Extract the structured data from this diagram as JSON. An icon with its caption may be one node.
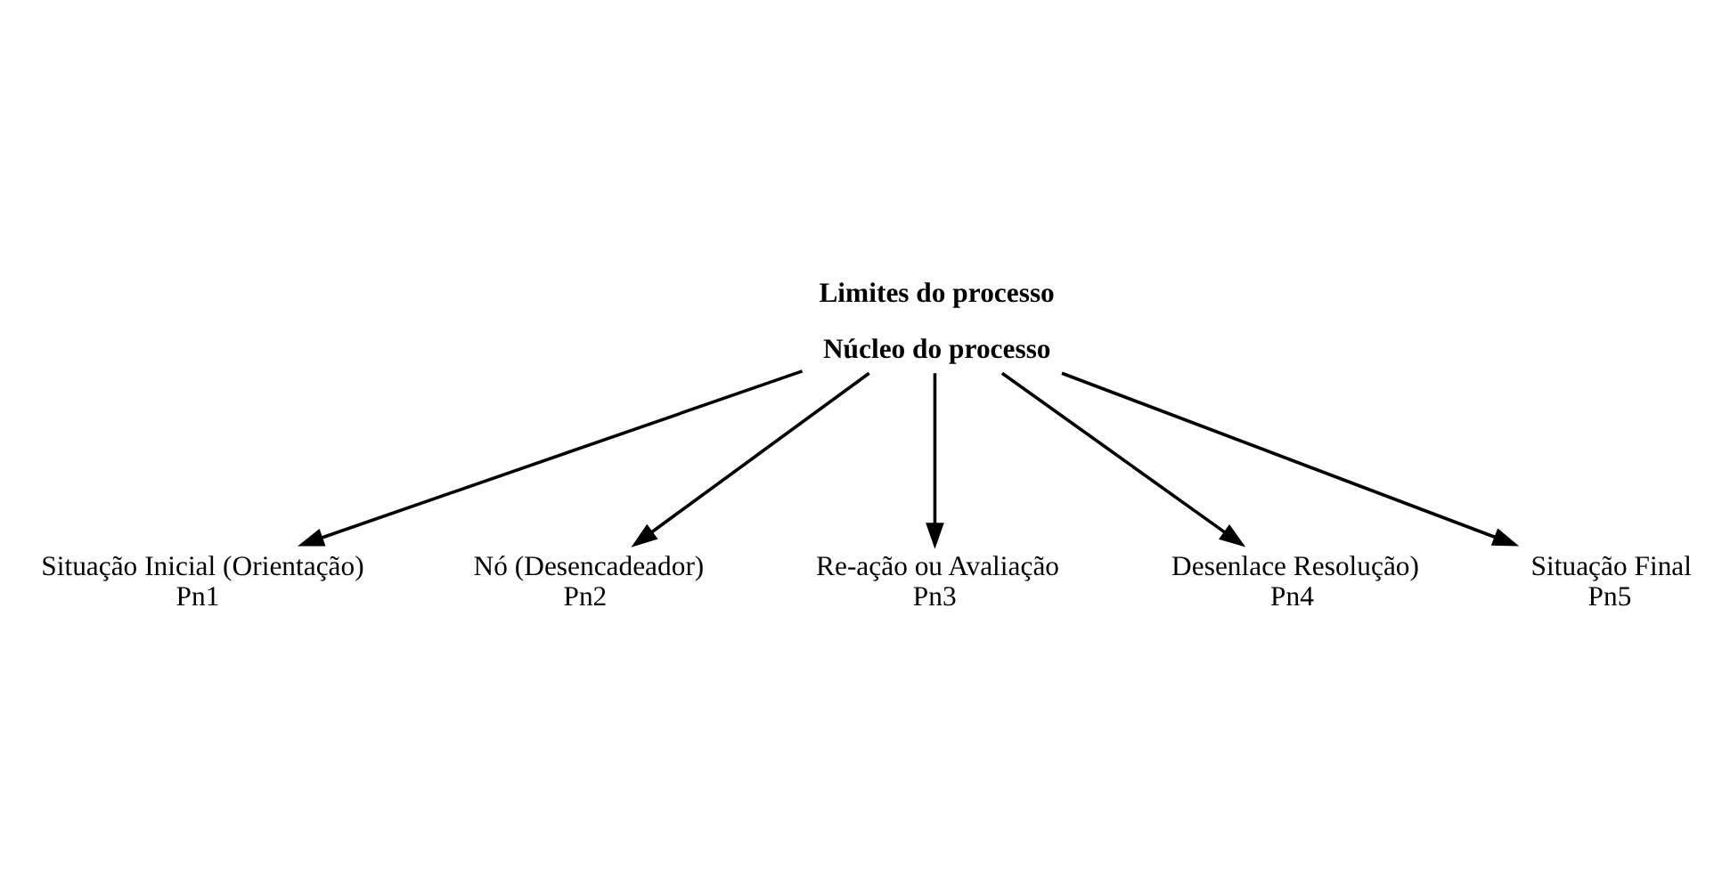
{
  "diagram": {
    "nodes": [
      {
        "text": [
          "Limites do processo",
          "Núcleo do processo"
        ]
      },
      {
        "text": [
          "Situação Inicial (Orientação)",
          "Pn1"
        ]
      },
      {
        "text": [
          "Nó (Desencadeador)",
          "Pn2"
        ]
      },
      {
        "text": [
          "Re-ação ou Avaliação",
          "Pn3"
        ]
      },
      {
        "text": [
          "Desenlace Resolução)",
          "Pn4"
        ]
      },
      {
        "text": [
          "Situação Final",
          "Pn5"
        ]
      }
    ],
    "edges": [
      {
        "from": 0,
        "to": 1,
        "arrow": "to"
      },
      {
        "from": 0,
        "to": 2,
        "arrow": "to"
      },
      {
        "from": 0,
        "to": 3,
        "arrow": "to"
      },
      {
        "from": 0,
        "to": 4,
        "arrow": "to"
      },
      {
        "from": 0,
        "to": 5,
        "arrow": "to"
      }
    ]
  }
}
